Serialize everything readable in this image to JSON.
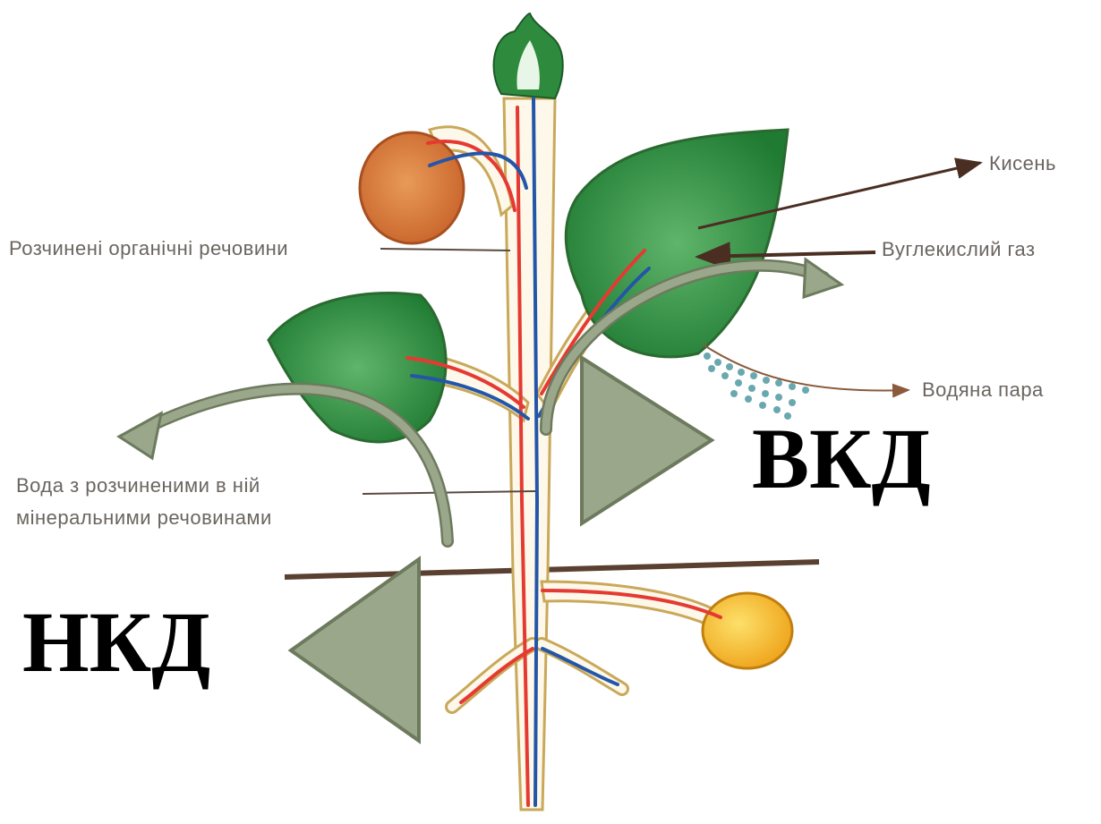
{
  "labels": {
    "oxygen": "Кисень",
    "co2": "Вуглекислий газ",
    "water_vapor": "Водяна пара",
    "organic": "Розчинені органічні речовини",
    "water_line1": "Вода з  розчиненими в ній",
    "water_line2": "мінеральними речовинами"
  },
  "big_labels": {
    "upward": "ВКД",
    "downward": "НКД"
  },
  "colors": {
    "leaf": "#2e8b3e",
    "fruit": "#d97a3a",
    "tuber": "#f4b62a",
    "up_flow": "#2456a8",
    "down_flow": "#e53a32",
    "triangle": "#9aa78a",
    "curved_arrow": "#8f9c80"
  }
}
